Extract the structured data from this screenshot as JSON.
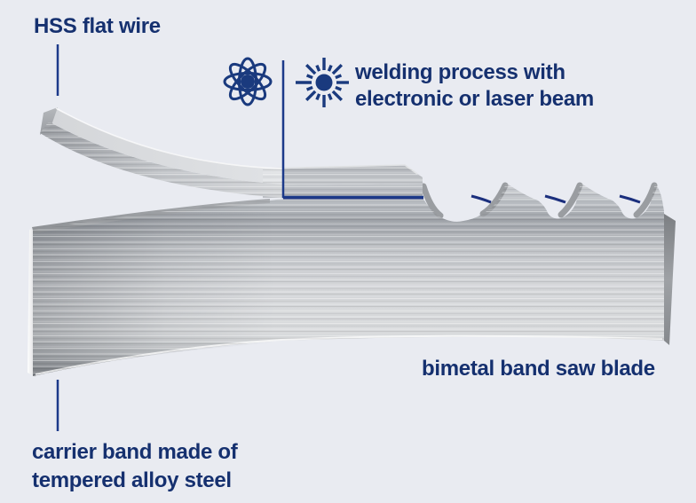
{
  "title": "bimetal band saw blade construction diagram",
  "background_color": "#e9ebf1",
  "colors": {
    "label_text": "#15306f",
    "pointer_line": "#1c3a8a",
    "weld_seam": "#1b2f7d",
    "metal_light": "#d3d5d8",
    "metal_dark": "#8d9094"
  },
  "labels": {
    "hss": "HSS flat wire",
    "welding_line1": "welding process with",
    "welding_line2": "electronic or laser beam",
    "bimetal": "bimetal band saw blade",
    "carrier_line1": "carrier band made of",
    "carrier_line2": "tempered alloy steel"
  },
  "icons": [
    {
      "name": "atom-icon",
      "meaning": "electron beam welding"
    },
    {
      "name": "laser-beam-icon",
      "meaning": "laser beam welding"
    }
  ]
}
